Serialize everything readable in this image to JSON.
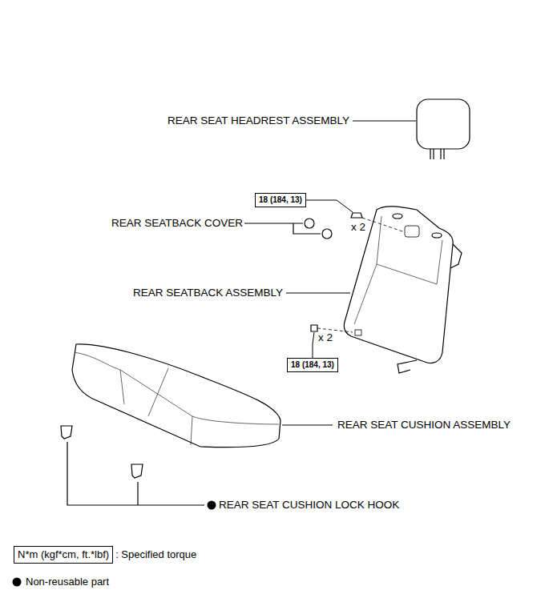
{
  "diagram": {
    "nodes": [
      {
        "text": [
          "18 (184, 13)"
        ]
      },
      {
        "text": [
          "18 (184, 13)"
        ]
      },
      {
        "text": [
          "N*m (kgf*cm, ft.*lbf)"
        ]
      }
    ],
    "labels": [
      "REAR SEAT HEADREST ASSEMBLY",
      "x 2",
      "REAR SEATBACK COVER",
      "REAR SEATBACK ASSEMBLY",
      "x 2",
      "REAR SEAT CUSHION ASSEMBLY",
      "REAR SEAT CUSHION LOCK HOOK"
    ],
    "legend": [
      {
        "text": ": Specified torque"
      },
      {
        "text": "Non-reusable part"
      }
    ]
  }
}
